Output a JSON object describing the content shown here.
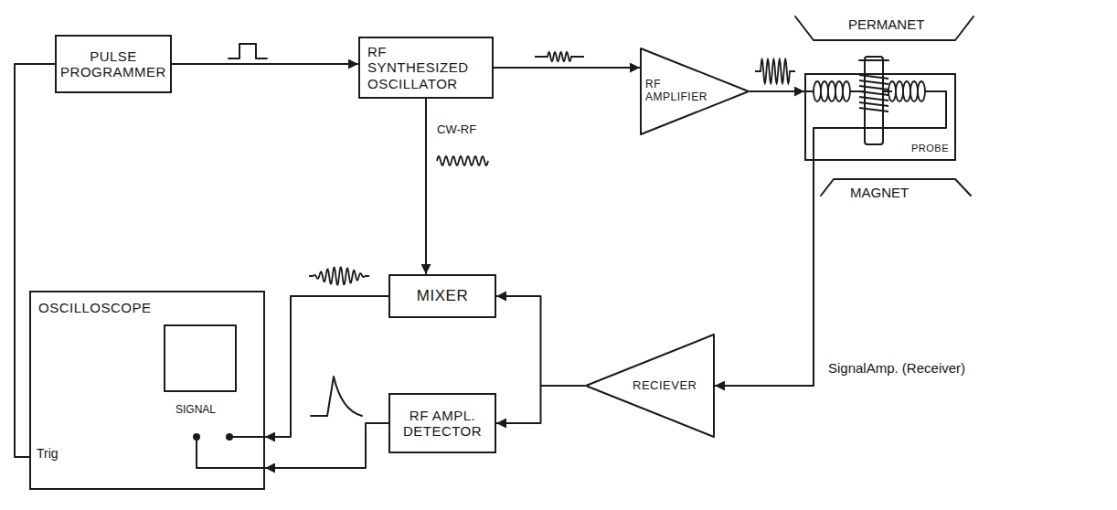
{
  "diagram": {
    "nodes": [
      {
        "text": [
          "PULSE PROGRAMMER"
        ]
      },
      {
        "text": [
          "RF SYNTHESIZED OSCILLATOR"
        ]
      },
      {
        "text": [
          "RF AMPLIFIER"
        ]
      },
      {
        "text": [
          "PROBE"
        ]
      },
      {
        "text": [
          "OSCILLOSCOPE"
        ]
      },
      {
        "text": [
          "MIXER"
        ]
      },
      {
        "text": [
          "RF AMPL. DETECTOR"
        ]
      },
      {
        "text": [
          "RECIEVER"
        ]
      }
    ],
    "edges": [
      {
        "from": 0,
        "to": 1,
        "arrow": "to"
      },
      {
        "from": 1,
        "to": 2,
        "arrow": "to"
      },
      {
        "from": 2,
        "to": 3,
        "arrow": "to"
      },
      {
        "from": 1,
        "to": 5,
        "label": "CW-RF",
        "arrow": "to"
      },
      {
        "from": 3,
        "to": 7,
        "arrow": "to"
      },
      {
        "from": 7,
        "to": 5,
        "arrow": "to"
      },
      {
        "from": 7,
        "to": 6,
        "arrow": "to"
      },
      {
        "from": 5,
        "to": 4,
        "arrow": "to"
      },
      {
        "from": 6,
        "to": 4,
        "arrow": "to"
      },
      {
        "from": 0,
        "to": 4,
        "arrow": "none"
      }
    ],
    "labels": [
      "PERMANET",
      "MAGNET",
      "SignalAmp. (Receiver)",
      "Trig",
      "SIGNAL"
    ]
  }
}
